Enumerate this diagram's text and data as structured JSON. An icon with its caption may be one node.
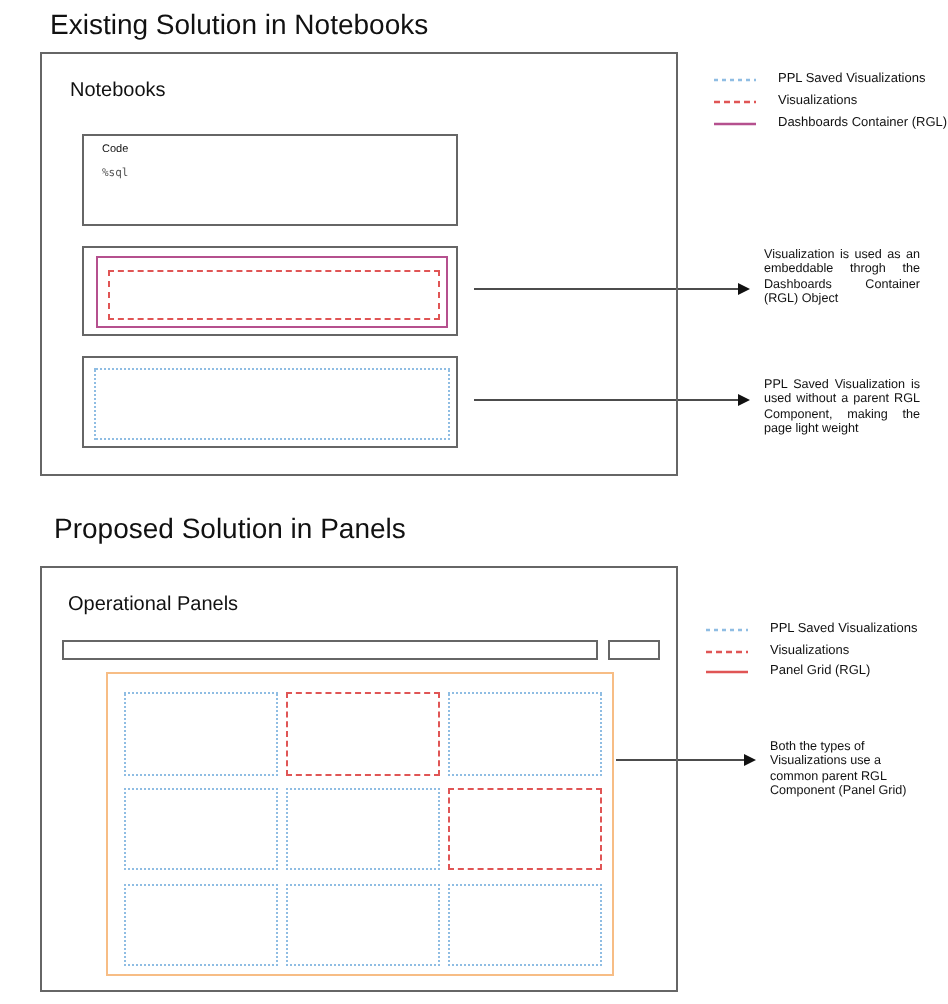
{
  "diagram": {
    "title": "Existing Solution in Notebooks",
    "nodes": [
      {
        "text": [
          "Notebooks"
        ]
      },
      {
        "text": [
          "Code",
          "%sql"
        ],
        "in": 0
      },
      {
        "text": [],
        "shape": "box",
        "in": 0
      },
      {
        "text": [],
        "shape": "box",
        "in": 2
      },
      {
        "text": [],
        "shape": "box",
        "in": 3
      },
      {
        "text": [],
        "shape": "box",
        "in": 0
      },
      {
        "text": [],
        "shape": "box",
        "in": 5
      },
      {
        "text": [
          "Visualization is used as an embeddable throgh the Dashboards Container (RGL) Object"
        ]
      },
      {
        "text": [
          "PPL Saved Visualization is used without a parent RGL Component, making the page light weight"
        ]
      },
      {
        "text": [
          "Operational Panels"
        ]
      },
      {
        "text": [],
        "shape": "box",
        "in": 9
      },
      {
        "text": [],
        "shape": "box",
        "in": 9
      },
      {
        "text": [],
        "shape": "box",
        "in": 9
      },
      {
        "text": [],
        "shape": "box",
        "in": 12
      },
      {
        "text": [],
        "shape": "box",
        "in": 12
      },
      {
        "text": [],
        "shape": "box",
        "in": 12
      },
      {
        "text": [],
        "shape": "box",
        "in": 12
      },
      {
        "text": [],
        "shape": "box",
        "in": 12
      },
      {
        "text": [],
        "shape": "box",
        "in": 12
      },
      {
        "text": [],
        "shape": "box",
        "in": 12
      },
      {
        "text": [],
        "shape": "box",
        "in": 12
      },
      {
        "text": [],
        "shape": "box",
        "in": 12
      },
      {
        "text": [
          "Both the types of Visualizations use a common parent RGL Component (Panel Grid)"
        ]
      }
    ],
    "edges": [
      {
        "from": 2,
        "to": 7,
        "arrow": "to"
      },
      {
        "from": 5,
        "to": 8,
        "arrow": "to"
      },
      {
        "from": 12,
        "to": 22,
        "arrow": "to"
      }
    ],
    "labels": [
      "Proposed Solution in Panels"
    ],
    "legend": [
      {
        "text": "PPL Saved Visualizations"
      },
      {
        "text": "Visualizations"
      },
      {
        "text": "Dashboards Container (RGL)"
      },
      {
        "text": "PPL Saved Visualizations"
      },
      {
        "text": "Visualizations"
      },
      {
        "text": "Panel Grid (RGL)"
      }
    ]
  }
}
